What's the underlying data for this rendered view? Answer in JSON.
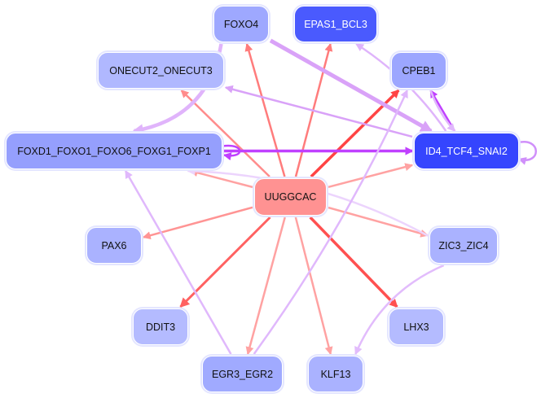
{
  "nodes": [
    {
      "id": "FOXO4",
      "label": "FOXO4",
      "color": "#9ea8ff",
      "text": "#111111"
    },
    {
      "id": "EPAS1_BCL3",
      "label": "EPAS1_BCL3",
      "color": "#4a5afe",
      "text": "#ffffff"
    },
    {
      "id": "ONECUT2_ONECUT3",
      "label": "ONECUT2_ONECUT3",
      "color": "#b0b8ff",
      "text": "#111111"
    },
    {
      "id": "CPEB1",
      "label": "CPEB1",
      "color": "#9ca6ff",
      "text": "#111111"
    },
    {
      "id": "FOXD1",
      "label": "FOXD1_FOXO1_FOXO6_FOXG1_FOXP1",
      "color": "#959ffd",
      "text": "#111111"
    },
    {
      "id": "ID4",
      "label": "ID4_TCF4_SNAI2",
      "color": "#3545fe",
      "text": "#ffffff"
    },
    {
      "id": "UUGGCAC",
      "label": "UUGGCAC",
      "color": "#ff9292",
      "text": "#111111"
    },
    {
      "id": "PAX6",
      "label": "PAX6",
      "color": "#aab2ff",
      "text": "#111111"
    },
    {
      "id": "ZIC3_ZIC4",
      "label": "ZIC3_ZIC4",
      "color": "#aab2ff",
      "text": "#111111"
    },
    {
      "id": "DDIT3",
      "label": "DDIT3",
      "color": "#b4bbff",
      "text": "#111111"
    },
    {
      "id": "LHX3",
      "label": "LHX3",
      "color": "#b4bbff",
      "text": "#111111"
    },
    {
      "id": "EGR3_EGR2",
      "label": "EGR3_EGR2",
      "color": "#a0aaff",
      "text": "#111111"
    },
    {
      "id": "KLF13",
      "label": "KLF13",
      "color": "#aab2ff",
      "text": "#111111"
    }
  ],
  "edges": [
    {
      "from": "UUGGCAC",
      "to": "FOXO4",
      "color": "#ff7c7c"
    },
    {
      "from": "UUGGCAC",
      "to": "EPAS1_BCL3",
      "color": "#ff7c7c"
    },
    {
      "from": "UUGGCAC",
      "to": "CPEB1",
      "color": "#ff4444"
    },
    {
      "from": "UUGGCAC",
      "to": "ONECUT2_ONECUT3",
      "color": "#ff8c8c"
    },
    {
      "from": "UUGGCAC",
      "to": "FOXD1",
      "color": "#ffa2a2"
    },
    {
      "from": "UUGGCAC",
      "to": "ID4",
      "color": "#ffa2a2"
    },
    {
      "from": "UUGGCAC",
      "to": "PAX6",
      "color": "#ff9494"
    },
    {
      "from": "UUGGCAC",
      "to": "ZIC3_ZIC4",
      "color": "#ffa2a2"
    },
    {
      "from": "UUGGCAC",
      "to": "DDIT3",
      "color": "#ff6262"
    },
    {
      "from": "UUGGCAC",
      "to": "LHX3",
      "color": "#ff5050"
    },
    {
      "from": "UUGGCAC",
      "to": "EGR3_EGR2",
      "color": "#ffa2a2"
    },
    {
      "from": "UUGGCAC",
      "to": "KLF13",
      "color": "#ffa2a2"
    },
    {
      "from": "FOXO4",
      "to": "ID4",
      "color": "#d9a2f8"
    },
    {
      "from": "ID4",
      "to": "EPAS1_BCL3",
      "color": "#dfb4fb"
    },
    {
      "from": "ID4",
      "to": "ONECUT2_ONECUT3",
      "color": "#d9a2f8"
    },
    {
      "from": "ID4",
      "to": "CPEB1",
      "color": "#c040ff"
    },
    {
      "from": "CPEB1",
      "to": "ID4",
      "color": "#e0b8fc"
    },
    {
      "from": "FOXD1",
      "to": "ID4",
      "color": "#c040ff"
    },
    {
      "from": "FOXD1",
      "to": "FOXD1",
      "color": "#c040ff"
    },
    {
      "from": "ID4",
      "to": "ID4",
      "color": "#d090fa"
    },
    {
      "from": "FOXO4",
      "to": "FOXD1",
      "color": "#e0b4fb"
    },
    {
      "from": "ZIC3_ZIC4",
      "to": "FOXD1",
      "color": "#ecd4fd"
    },
    {
      "from": "EGR3_EGR2",
      "to": "FOXD1",
      "color": "#e0b8fc"
    },
    {
      "from": "EGR3_EGR2",
      "to": "CPEB1",
      "color": "#e0b8fc"
    },
    {
      "from": "ZIC3_ZIC4",
      "to": "KLF13",
      "color": "#e2bcfc"
    }
  ]
}
